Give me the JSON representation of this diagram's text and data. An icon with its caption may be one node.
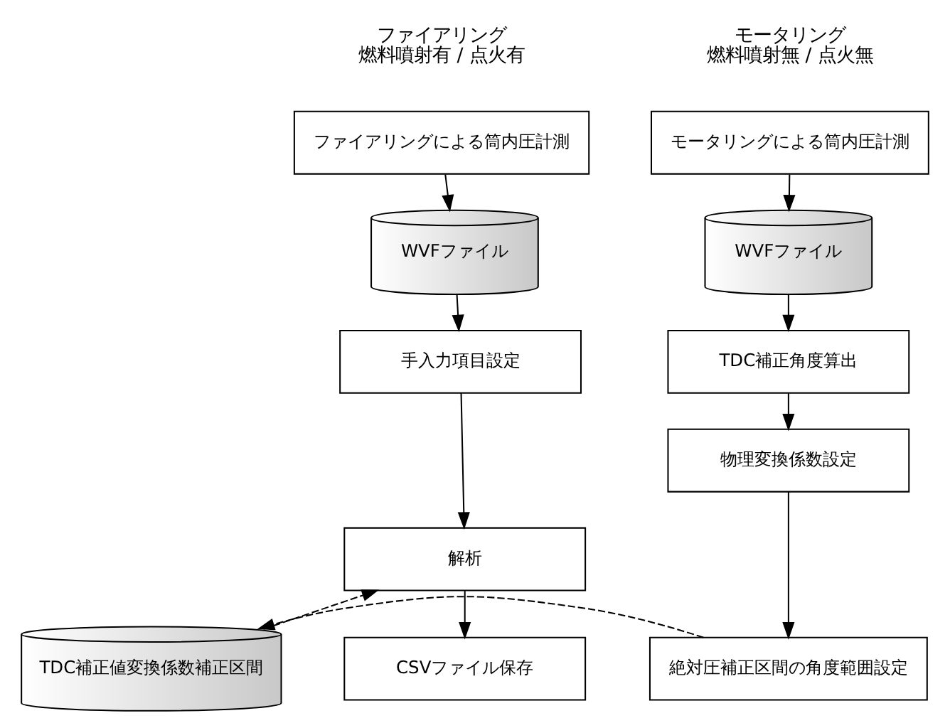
{
  "diagram": {
    "nodes": [
      {
        "text": [
          "モータリングによる筒内圧計測"
        ]
      },
      {
        "text": [
          "WVFファイル"
        ]
      },
      {
        "text": [
          "TDC補正角度算出"
        ]
      },
      {
        "text": [
          "物理変換係数設定"
        ]
      },
      {
        "text": [
          "絶対圧補正区間の角度範囲設定"
        ]
      },
      {
        "text": [
          "TDC補正値変換係数補正区間"
        ]
      },
      {
        "text": [
          "ファイアリングによる筒内圧計測"
        ]
      },
      {
        "text": [
          "WVFファイル"
        ]
      },
      {
        "text": [
          "手入力項目設定"
        ]
      },
      {
        "text": [
          "解析"
        ]
      },
      {
        "text": [
          "CSVファイル保存"
        ]
      }
    ],
    "edges": [
      {
        "from": 0,
        "to": 1,
        "arrow": "to"
      },
      {
        "from": 1,
        "to": 2,
        "arrow": "to"
      },
      {
        "from": 2,
        "to": 3,
        "arrow": "to"
      },
      {
        "from": 3,
        "to": 4,
        "arrow": "to"
      },
      {
        "from": 4,
        "to": 5,
        "arrow": "to",
        "style": "dashed"
      },
      {
        "from": 5,
        "to": 9,
        "arrow": "to",
        "style": "dashed"
      },
      {
        "from": 6,
        "to": 7,
        "arrow": "to"
      },
      {
        "from": 7,
        "to": 8,
        "arrow": "to"
      },
      {
        "from": 8,
        "to": 9,
        "arrow": "to"
      },
      {
        "from": 9,
        "to": 10,
        "arrow": "to"
      }
    ],
    "labels": [
      "モータリング",
      "燃料噴射無 / 点火無",
      "ファイアリング",
      "燃料噴射有 / 点火有"
    ]
  }
}
